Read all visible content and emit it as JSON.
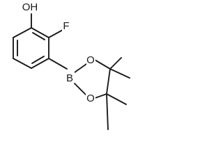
{
  "molecule": {
    "atom_labels": {
      "hydroxyl": "OH",
      "fluorine": "F",
      "boron": "B",
      "oxygen_upper": "O",
      "oxygen_lower": "O"
    },
    "colors": {
      "bond": "#1a1a1a",
      "text": "#1a1a1a",
      "background": "#ffffff"
    }
  }
}
